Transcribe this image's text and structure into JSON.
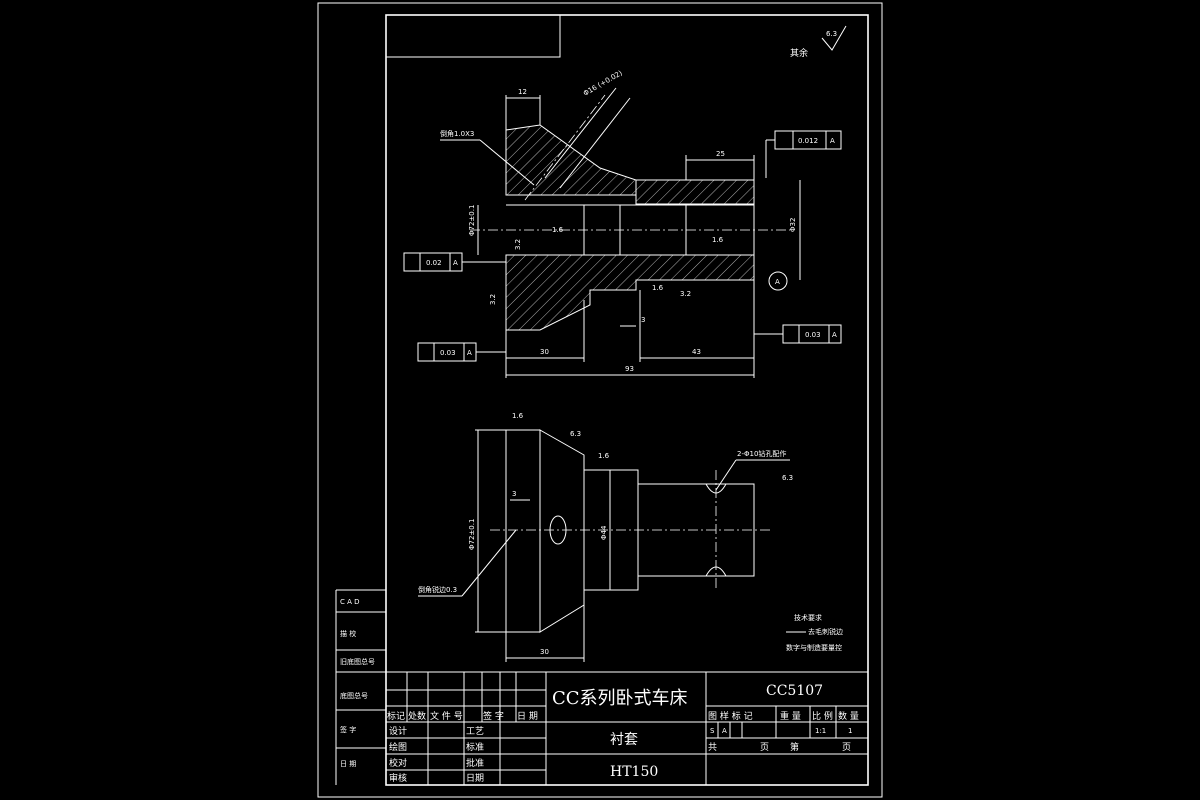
{
  "drawing": {
    "surface_finish_other": "其余",
    "surface_finish_other_value": "6.3",
    "chamfer_note_top": "倒角1.0X3",
    "chamfer_note_bottom": "倒角锐边0.3",
    "hole_note": "2-Φ10钻孔配作",
    "hole_note_roughness": "6.3",
    "dim_12": "12",
    "dim_25": "25",
    "dim_30_top": "30",
    "dim_43": "43",
    "dim_93": "93",
    "dim_30_bottom": "30",
    "dim_3_top": "3",
    "dim_3_bottom": "3",
    "dim_15": "1.6",
    "dia_ring": "Φ16 (+0.02)",
    "dia_32": "Φ32",
    "dia_72": "Φ72±0.1",
    "dia_44": "Φ44",
    "tol_top_right": "0.012",
    "tol_left": "0.02",
    "tol_bottom_left": "0.03",
    "tol_bottom_right": "0.03",
    "datum": "A",
    "roughness_a": "3.2",
    "roughness_b": "1.6",
    "roughness_c": "6.3",
    "tech_req_title": "技术要求",
    "tech_req_1": "去毛刺锐边",
    "tech_req_2": "数字与制造要量控"
  },
  "title_block": {
    "project": "CC系列卧式车床",
    "drawing_no": "CC5107",
    "part_name": "衬套",
    "material": "HT150",
    "scale": "1:1",
    "quantity": "1",
    "stage_s": "S",
    "stage_a": "A",
    "hdr_mark": "标记",
    "hdr_count": "处数",
    "hdr_doc": "文 件 号",
    "hdr_sign": "签 字",
    "hdr_date": "日 期",
    "design": "设计",
    "draw": "绘图",
    "check": "校对",
    "review": "审核",
    "process": "工艺",
    "standard": "标准",
    "approve": "批准",
    "date": "日期",
    "stage_hdr": "图 样 标 记",
    "weight_hdr": "重 量",
    "scale_hdr": "比 例",
    "qty_hdr": "数 量",
    "total": "共",
    "page": "页",
    "sheet": "第",
    "sheet_page": "页"
  },
  "side_block": {
    "cad": "C A D",
    "trace": "描 校",
    "old_no": "旧底图总号",
    "base_no": "底图总号",
    "sign": "签 字",
    "date": "日 期"
  }
}
